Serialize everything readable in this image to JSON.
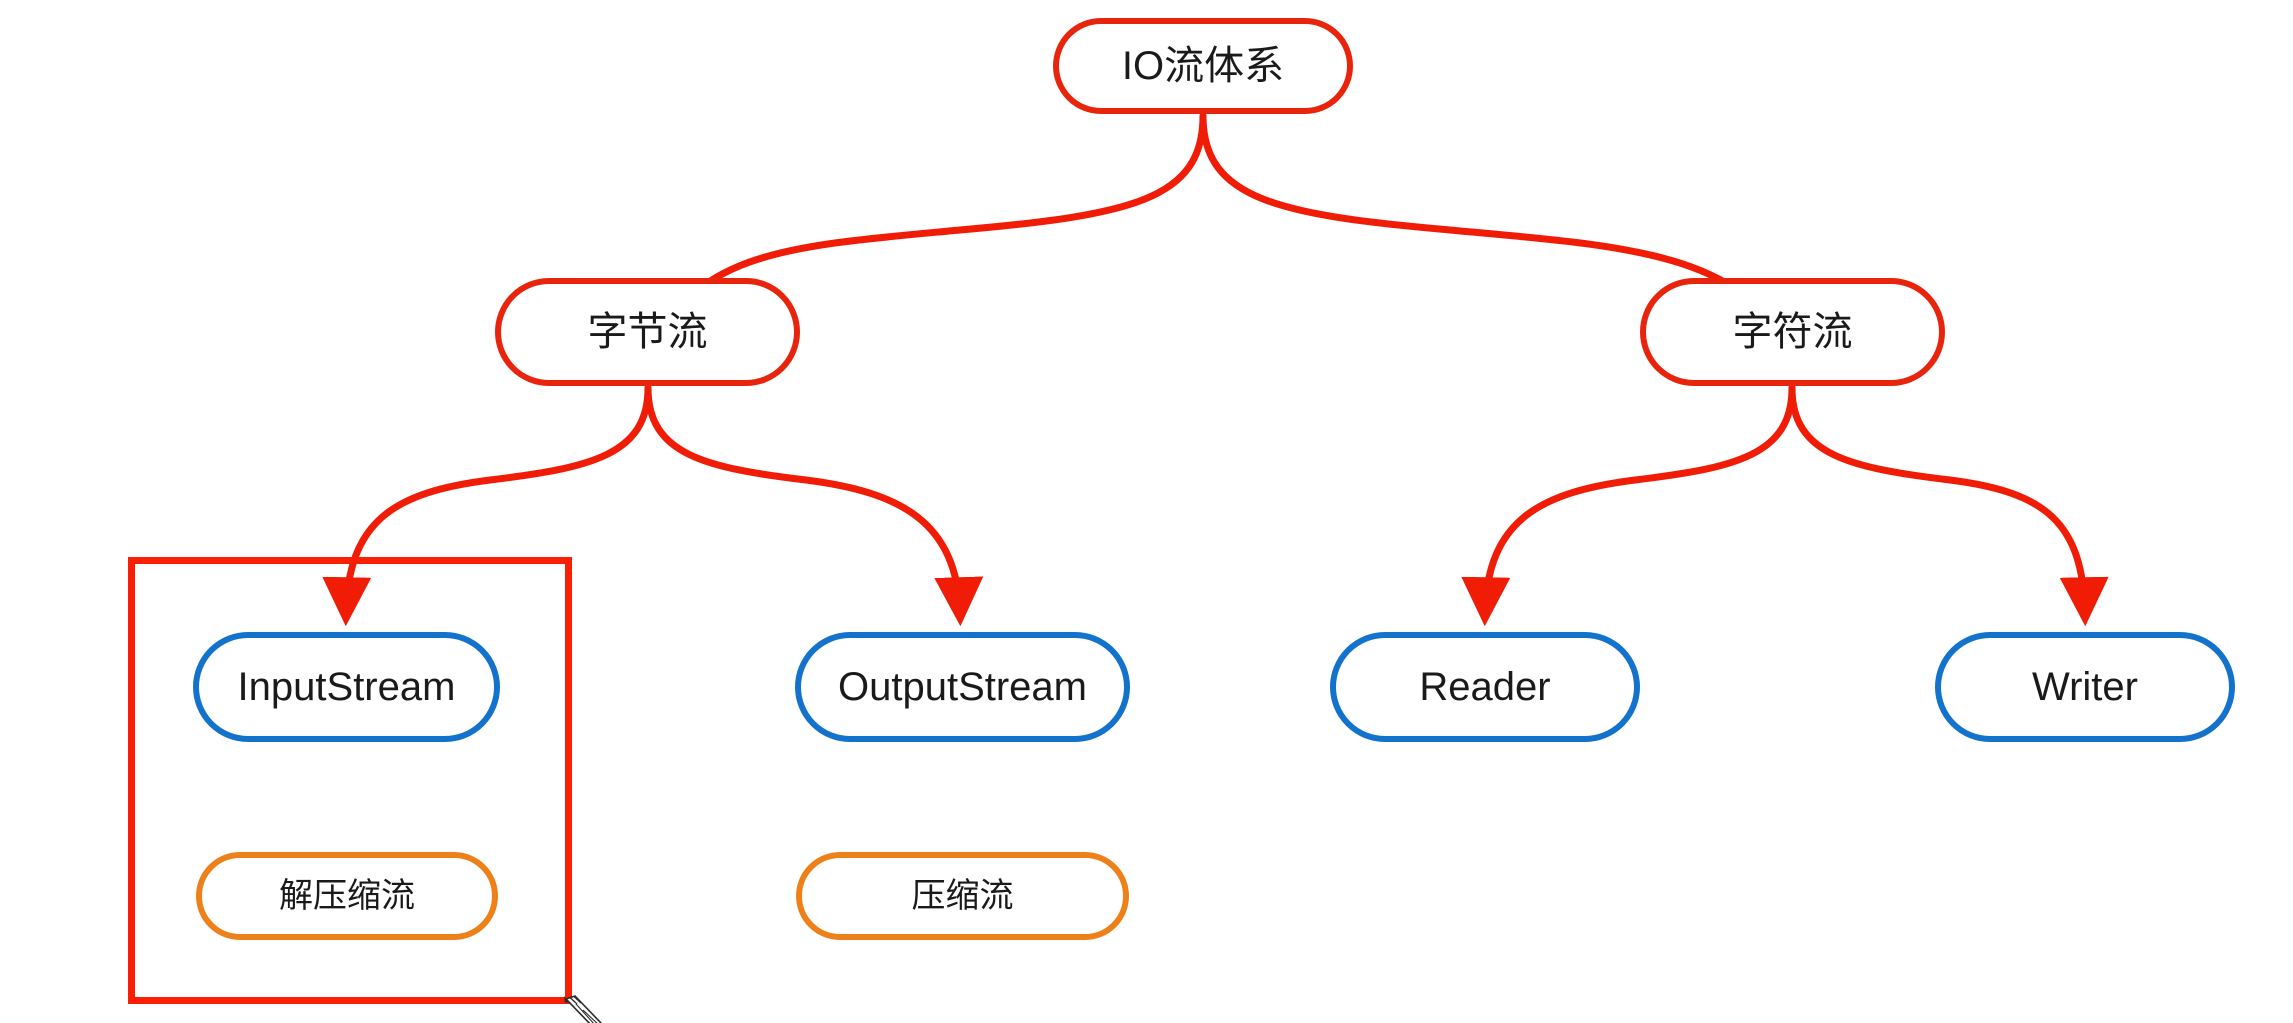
{
  "diagram": {
    "title": "IO流体系",
    "type": "tree-mindmap",
    "background_color": "#ffffff",
    "colors": {
      "red": "#e8240c",
      "blue": "#1372cb",
      "orange": "#ee8019",
      "annotation_red": "#f81f05",
      "text": "#1a1a1a"
    },
    "nodes": {
      "root": {
        "label": "IO流体系",
        "level": 0,
        "color": "red"
      },
      "byte_stream": {
        "label": "字节流",
        "level": 1,
        "color": "red"
      },
      "char_stream": {
        "label": "字符流",
        "level": 1,
        "color": "red"
      },
      "input_stream": {
        "label": "InputStream",
        "level": 2,
        "color": "blue"
      },
      "output_stream": {
        "label": "OutputStream",
        "level": 2,
        "color": "blue"
      },
      "reader": {
        "label": "Reader",
        "level": 2,
        "color": "blue"
      },
      "writer": {
        "label": "Writer",
        "level": 2,
        "color": "blue"
      },
      "decompress_stream": {
        "label": "解压缩流",
        "level": 3,
        "color": "orange"
      },
      "compress_stream": {
        "label": "压缩流",
        "level": 3,
        "color": "orange"
      }
    },
    "edges": [
      {
        "from": "root",
        "to": "byte_stream",
        "color": "#e8240c",
        "arrow": true
      },
      {
        "from": "root",
        "to": "char_stream",
        "color": "#e8240c",
        "arrow": true
      },
      {
        "from": "byte_stream",
        "to": "input_stream",
        "color": "#e8240c",
        "arrow": true
      },
      {
        "from": "byte_stream",
        "to": "output_stream",
        "color": "#e8240c",
        "arrow": true
      },
      {
        "from": "char_stream",
        "to": "reader",
        "color": "#e8240c",
        "arrow": true
      },
      {
        "from": "char_stream",
        "to": "writer",
        "color": "#e8240c",
        "arrow": true
      }
    ],
    "annotation": {
      "shape": "rectangle",
      "color": "#f81f05",
      "encloses": [
        "input_stream",
        "decompress_stream"
      ]
    },
    "cursor": {
      "type": "pencil-cursor"
    }
  }
}
